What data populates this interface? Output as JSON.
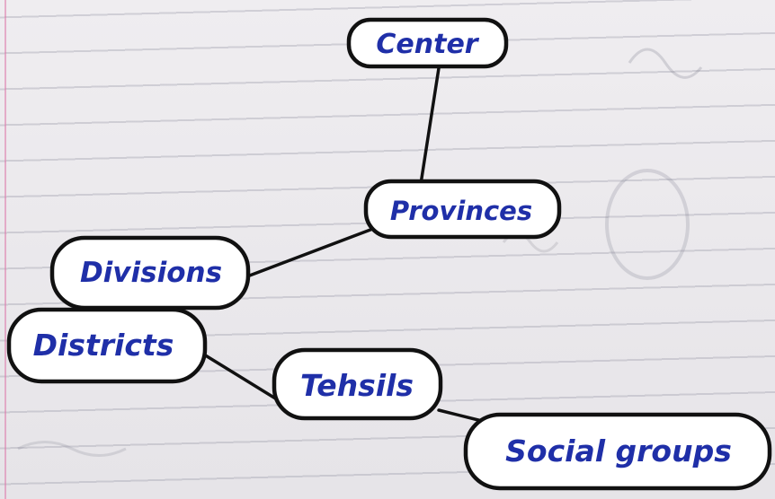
{
  "diagram": {
    "nodes": {
      "center": "Center",
      "provinces": "Provinces",
      "divisions": "Divisions",
      "districts": "Districts",
      "tehsils": "Tehsils",
      "social_groups": "Social groups"
    }
  },
  "colors": {
    "ink_text": "#1f2fa8",
    "ink_outline": "#111111",
    "node_fill": "#ffffff"
  }
}
